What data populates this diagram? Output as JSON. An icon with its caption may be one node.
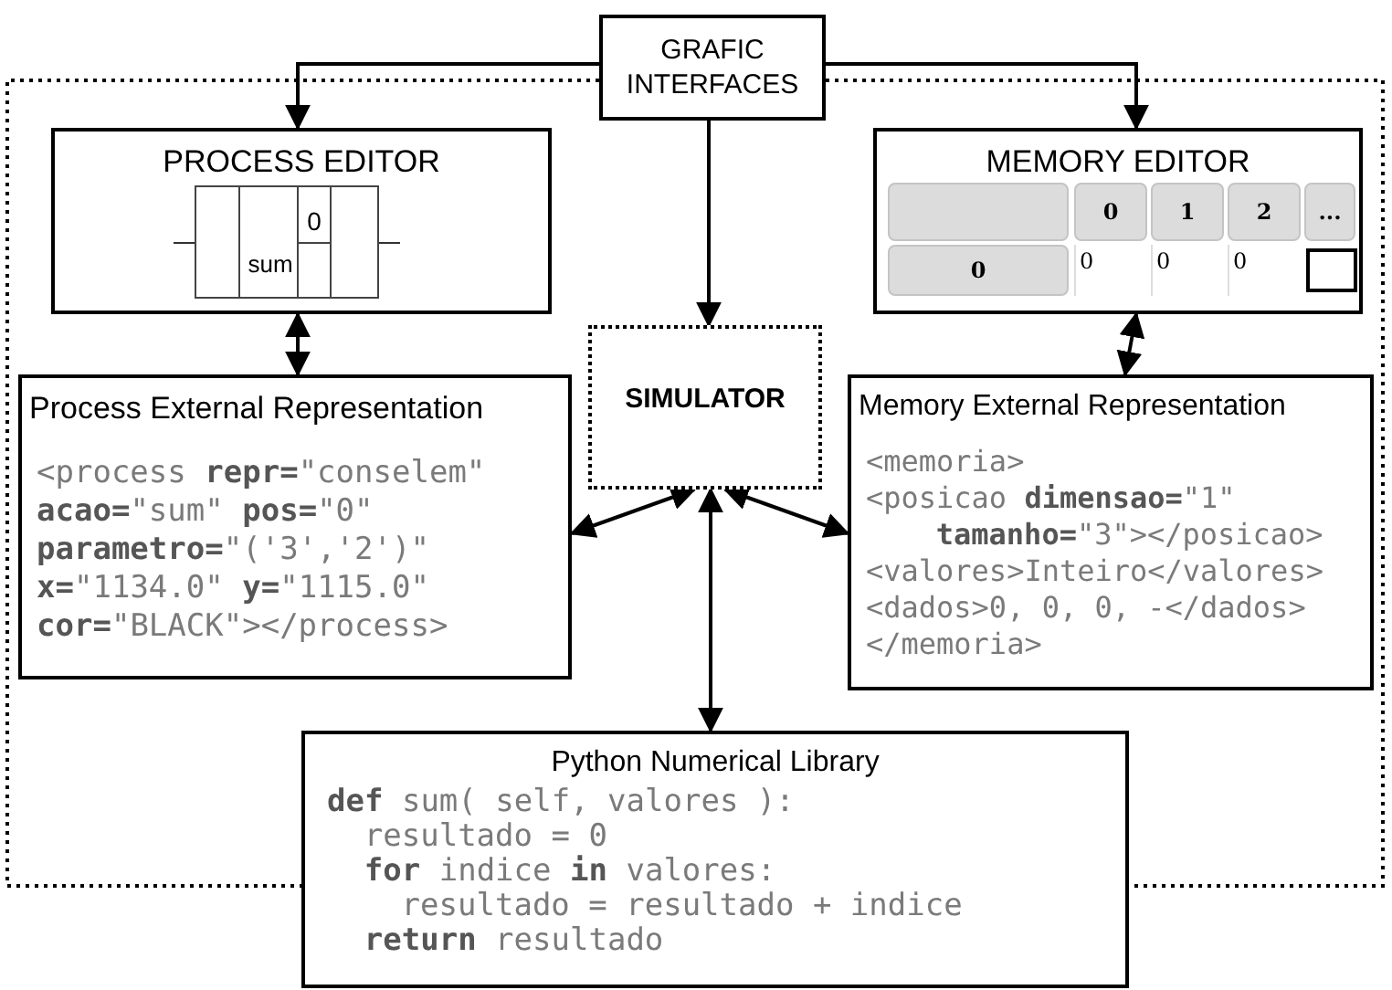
{
  "diagram": {
    "nodes": [
      {
        "text": [
          "GRAFIC INTERFACES"
        ]
      },
      {
        "text": [
          "PROCESS EDITOR"
        ]
      },
      {
        "text": [
          "MEMORY EDITOR"
        ]
      },
      {
        "text": [
          "SIMULATOR"
        ]
      },
      {
        "text": [
          "Process External Representation",
          "<process **repr=**\"conselem\"",
          "**acao=**\"sum\" **pos=**\"0\"",
          "**parametro=**\"('3','2')\"",
          "**x=**\"1134.0\" **y=**\"1115.0\"",
          "**cor=**\"BLACK\"></process>"
        ]
      },
      {
        "text": [
          "Memory External Representation",
          "<memoria>",
          "<posicao **dimensao=**\"1\"",
          "**tamanho=**\"3\"></posicao>",
          "<valores>Inteiro</valores>",
          "<dados>0, 0, 0, -</dados>",
          "</memoria>"
        ]
      },
      {
        "text": [
          "Python Numerical Library",
          "**def** sum( self, valores ):",
          "resultado = 0",
          "**for** indice **in** valores:",
          "resultado = resultado + indice",
          "**return** resultado"
        ]
      }
    ],
    "edges": [
      {
        "from": 0,
        "to": 1,
        "arrow": "to"
      },
      {
        "from": 0,
        "to": 2,
        "arrow": "to"
      },
      {
        "from": 0,
        "to": 3,
        "arrow": "to"
      },
      {
        "from": 1,
        "to": 4,
        "arrow": "both"
      },
      {
        "from": 2,
        "to": 5,
        "arrow": "both"
      },
      {
        "from": 3,
        "to": 4,
        "arrow": "both"
      },
      {
        "from": 3,
        "to": 5,
        "arrow": "both"
      },
      {
        "from": 3,
        "to": 6,
        "arrow": "both"
      },
      {
        "from": 0,
        "to": 6,
        "arrow": "none",
        "style": "dashed"
      },
      {
        "from": 0,
        "to": 6,
        "arrow": "none",
        "style": "dashed"
      }
    ],
    "labels": [
      "0",
      "sum",
      "0",
      "1",
      "2",
      "...",
      "0",
      "0",
      "0",
      "0"
    ]
  }
}
